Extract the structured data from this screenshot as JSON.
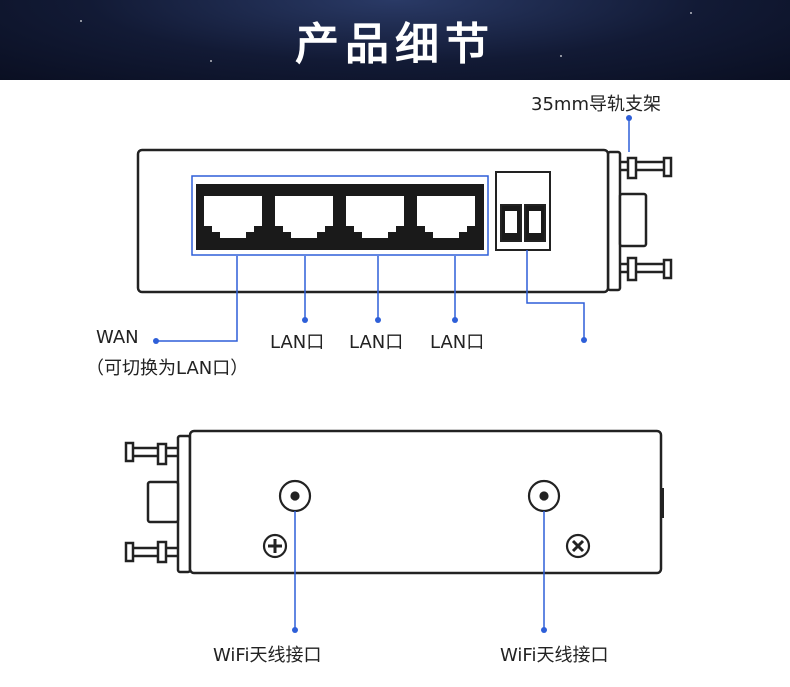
{
  "header": {
    "title": "产品细节"
  },
  "labels": {
    "din_rail": "35mm导轨支架",
    "wan": "WAN",
    "wan_note": "（可切换为LAN口）",
    "lan1": "LAN口",
    "lan2": "LAN口",
    "lan3": "LAN口",
    "antenna_left": "WiFi天线接口",
    "antenna_right": "WiFi天线接口"
  },
  "colors": {
    "accent": "#2e5fd8",
    "outline": "#222222",
    "banner": "#121a35"
  }
}
